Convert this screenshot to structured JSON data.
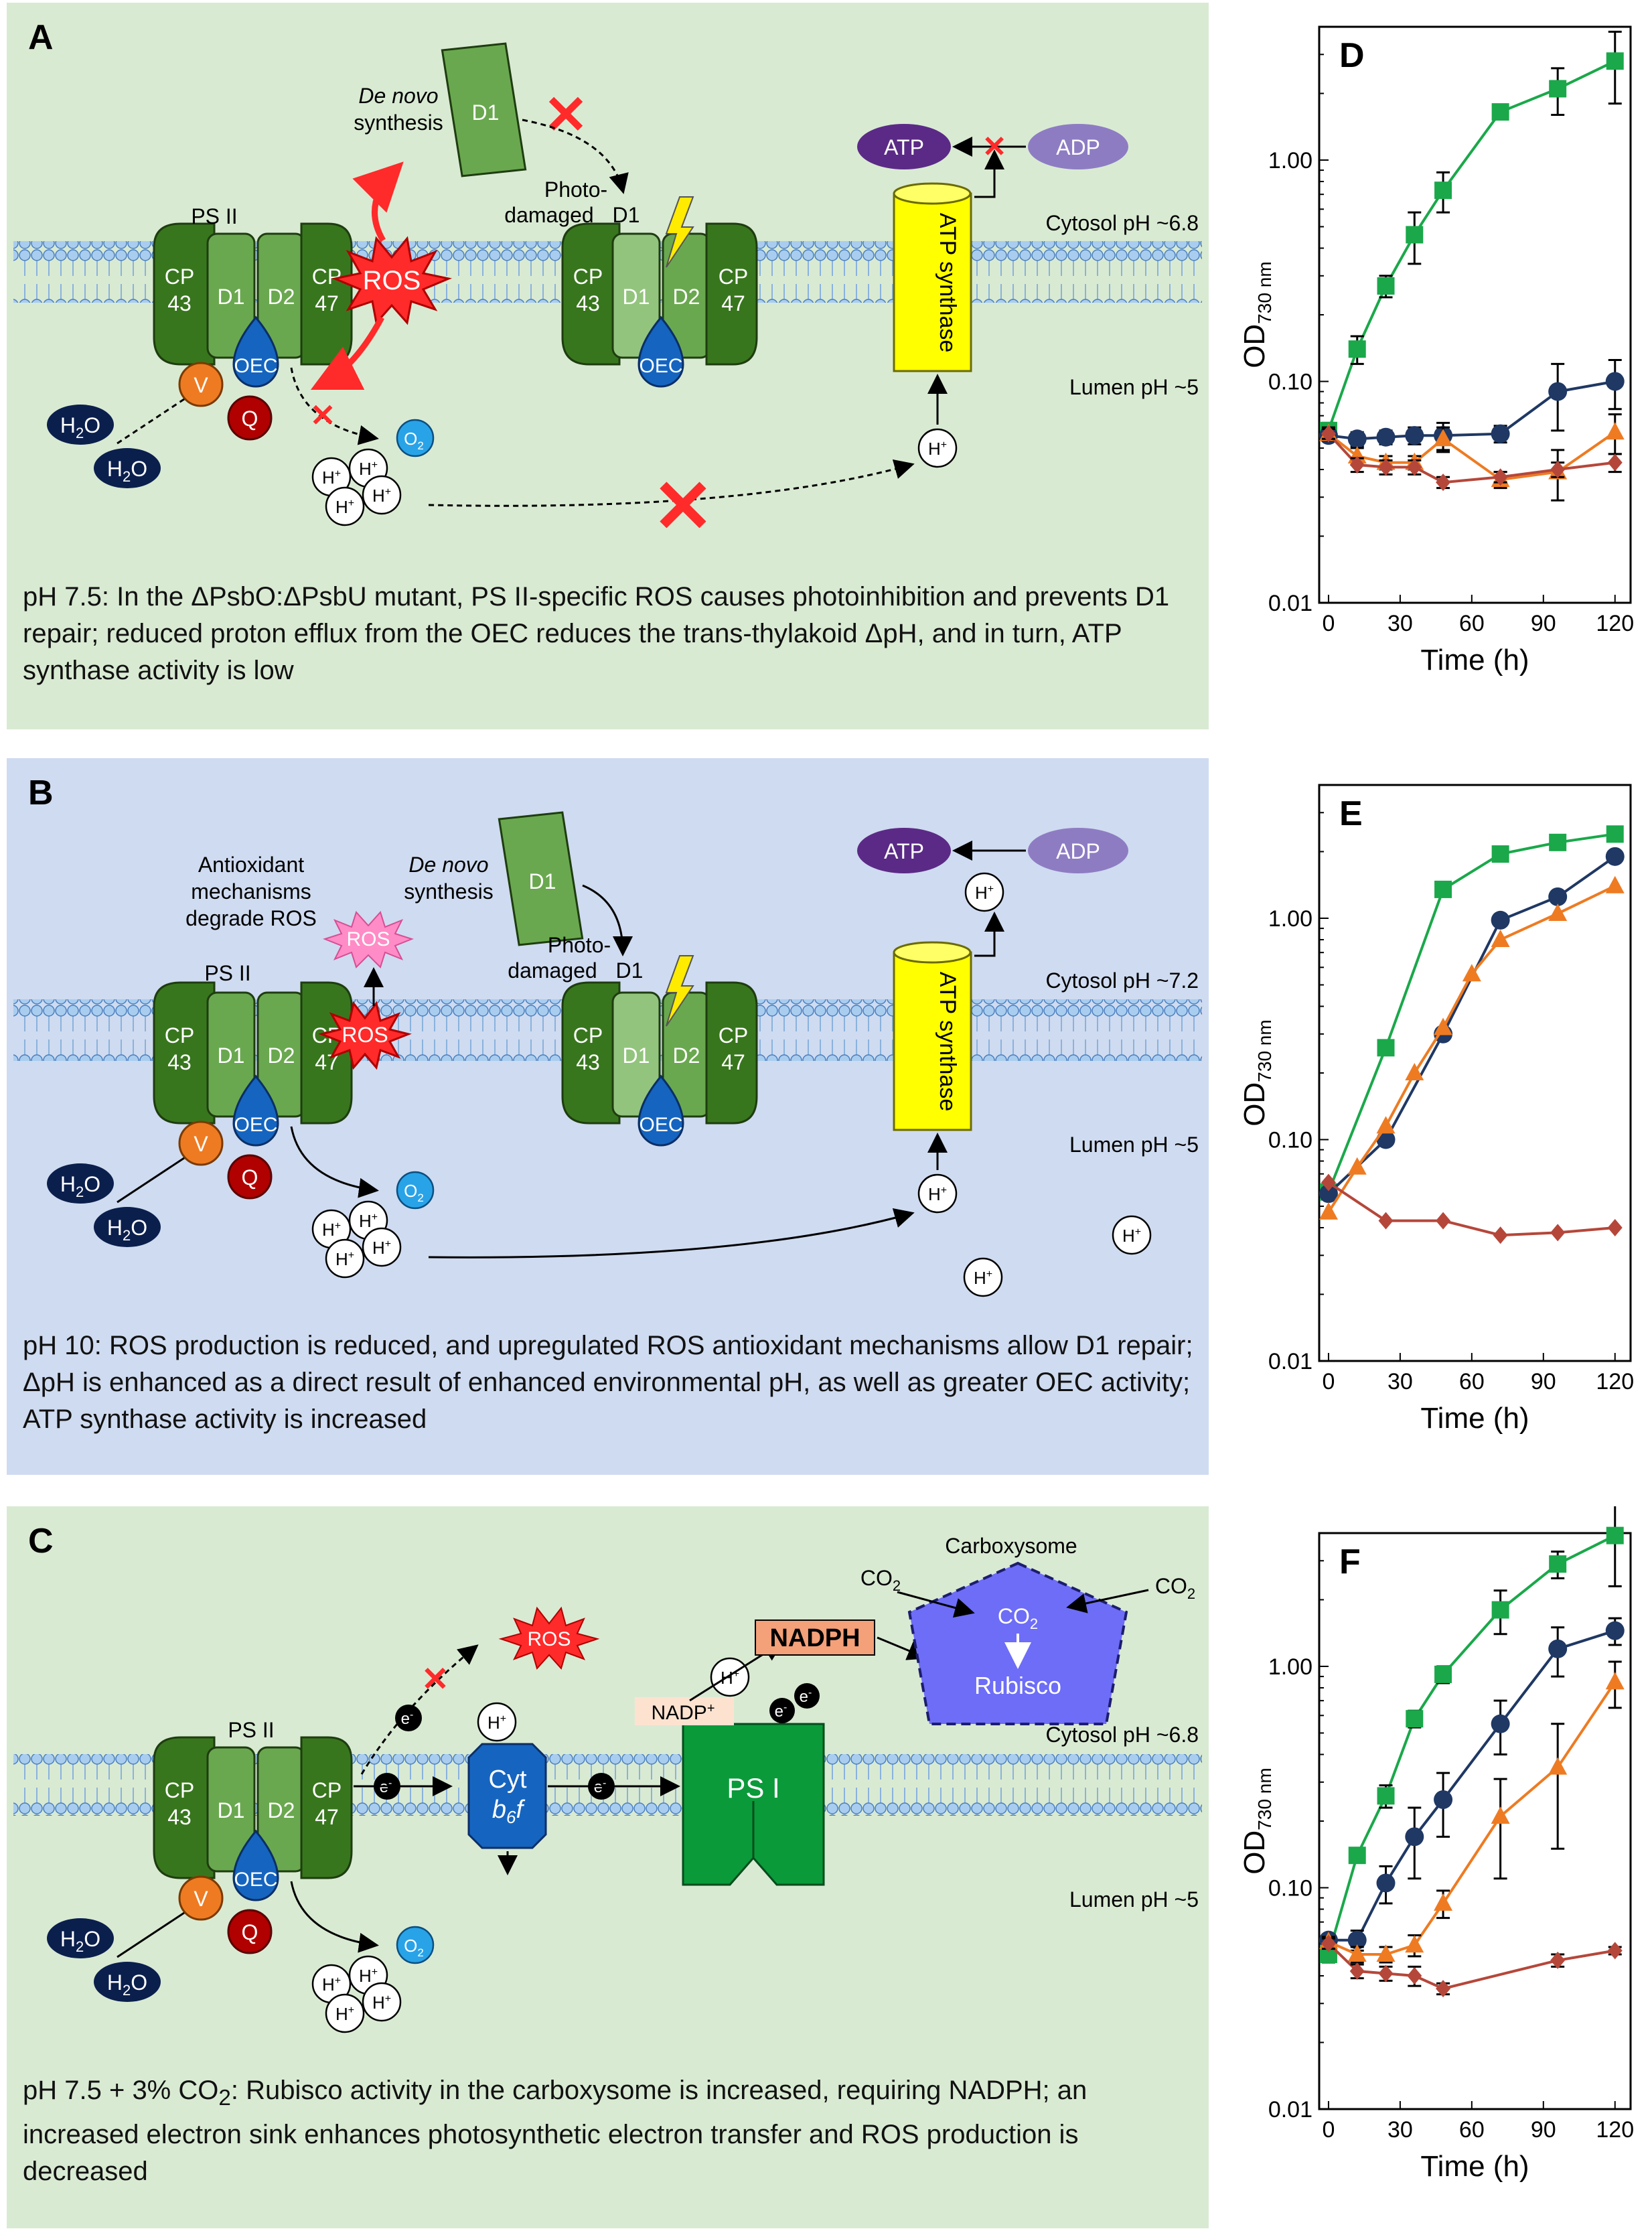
{
  "panels": [
    {
      "id": "A",
      "label": "A",
      "caption": "pH 7.5: In the ΔPsbO:ΔPsbU mutant, PS II-specific ROS causes photoinhibition and prevents D1 repair; reduced proton efflux from the OEC reduces the trans-thylakoid ΔpH, and in turn, ATP synthase activity is low",
      "ps2": "PS II",
      "cp43": [
        "CP",
        "43"
      ],
      "cp47": [
        "CP",
        "47"
      ],
      "d1": "D1",
      "d2": "D2",
      "oec": "OEC",
      "v": "V",
      "q": "Q",
      "h2o": [
        "H",
        "2",
        "O"
      ],
      "o2": [
        "O",
        "2"
      ],
      "hplus": [
        "H",
        "+"
      ],
      "ros": "ROS",
      "denovo": [
        "De novo",
        "synthesis"
      ],
      "photodamaged": [
        "Photo-",
        "damaged"
      ],
      "atp": "ATP",
      "adp": "ADP",
      "atp_synthase": "ATP synthase",
      "cytosol": "Cytosol pH ~6.8",
      "lumen": "Lumen pH ~5"
    },
    {
      "id": "B",
      "label": "B",
      "caption": "pH 10: ROS production is reduced, and upregulated ROS antioxidant mechanisms allow D1 repair; ΔpH is enhanced as a direct result of enhanced environmental pH, as well as greater OEC activity; ATP synthase activity is increased",
      "antioxidant": [
        "Antioxidant",
        "mechanisms",
        "degrade ROS"
      ],
      "cytosol": "Cytosol pH ~7.2",
      "lumen": "Lumen pH ~5"
    },
    {
      "id": "C",
      "label": "C",
      "caption_parts": [
        "pH 7.5 + 3% CO",
        "2",
        ": Rubisco activity in the carboxysome is increased, requiring NADPH; an increased electron sink enhances photosynthetic electron transfer and ROS production is decreased"
      ],
      "carboxysome": "Carboxysome",
      "co2": [
        "CO",
        "2"
      ],
      "rubisco": "Rubisco",
      "nadph": "NADPH",
      "nadp": [
        "NADP",
        "+"
      ],
      "eminus": [
        "e",
        "-"
      ],
      "cyt": [
        "Cyt",
        "b",
        "6",
        "f"
      ],
      "ps1": "PS I",
      "cytosol": "Cytosol pH ~6.8",
      "lumen": "Lumen pH ~5"
    }
  ],
  "colors": {
    "green_series": "#1aa84a",
    "blue_series": "#1f3864",
    "orange_series": "#ee7b22",
    "red_series": "#b5473a"
  },
  "chart_data": [
    {
      "id": "D",
      "label": "D",
      "type": "line",
      "yscale": "log",
      "ylabel_parts": [
        "OD",
        "730 nm"
      ],
      "xlabel": "Time (h)",
      "xlim": [
        0,
        120
      ],
      "ylim": [
        0.01,
        4
      ],
      "xticks": [
        0,
        30,
        60,
        90,
        120
      ],
      "yticks": [
        0.01,
        0.1,
        1.0
      ],
      "ytick_labels": [
        "0.01",
        "0.10",
        "1.00"
      ],
      "series": [
        {
          "color": "#1aa84a",
          "marker": "square",
          "x": [
            0,
            12,
            24,
            36,
            48,
            72,
            96,
            120
          ],
          "y": [
            0.06,
            0.14,
            0.27,
            0.46,
            0.73,
            1.65,
            2.1,
            2.8
          ],
          "err": [
            0.005,
            0.02,
            0.03,
            0.12,
            0.15,
            0.1,
            0.5,
            1.0
          ]
        },
        {
          "color": "#1f3864",
          "marker": "circle",
          "x": [
            0,
            12,
            24,
            36,
            48,
            72,
            96,
            120
          ],
          "y": [
            0.057,
            0.055,
            0.056,
            0.057,
            0.057,
            0.058,
            0.09,
            0.1
          ],
          "err": [
            0.003,
            0.004,
            0.004,
            0.005,
            0.008,
            0.005,
            0.03,
            0.025
          ]
        },
        {
          "color": "#ee7b22",
          "marker": "triangle",
          "x": [
            0,
            12,
            24,
            36,
            48,
            72,
            96,
            120
          ],
          "y": [
            0.058,
            0.046,
            0.043,
            0.043,
            0.055,
            0.036,
            0.039,
            0.059
          ],
          "err": [
            0.004,
            0.004,
            0.003,
            0.003,
            0.007,
            0.003,
            0.01,
            0.012
          ]
        },
        {
          "color": "#b5473a",
          "marker": "diamond",
          "x": [
            0,
            12,
            24,
            36,
            48,
            72,
            96,
            120
          ],
          "y": [
            0.058,
            0.042,
            0.041,
            0.041,
            0.035,
            0.037,
            0.04,
            0.043
          ],
          "err": [
            0.003,
            0.003,
            0.003,
            0.003,
            0.002,
            0.002,
            0.003,
            0.004
          ]
        }
      ]
    },
    {
      "id": "E",
      "label": "E",
      "type": "line",
      "yscale": "log",
      "ylabel_parts": [
        "OD",
        "730 nm"
      ],
      "xlabel": "Time (h)",
      "xlim": [
        0,
        120
      ],
      "ylim": [
        0.01,
        4
      ],
      "xticks": [
        0,
        30,
        60,
        90,
        120
      ],
      "yticks": [
        0.01,
        0.1,
        1.0
      ],
      "ytick_labels": [
        "0.01",
        "0.10",
        "1.00"
      ],
      "series": [
        {
          "color": "#1aa84a",
          "marker": "square",
          "x": [
            0,
            24,
            48,
            72,
            96,
            120
          ],
          "y": [
            0.058,
            0.26,
            1.35,
            1.95,
            2.2,
            2.4
          ],
          "err": [
            0,
            0,
            0,
            0,
            0,
            0
          ]
        },
        {
          "color": "#1f3864",
          "marker": "circle",
          "x": [
            0,
            24,
            48,
            72,
            96,
            120
          ],
          "y": [
            0.057,
            0.1,
            0.3,
            0.98,
            1.25,
            1.9
          ],
          "err": [
            0,
            0,
            0,
            0,
            0,
            0
          ]
        },
        {
          "color": "#ee7b22",
          "marker": "triangle",
          "x": [
            0,
            12,
            24,
            36,
            48,
            60,
            72,
            96,
            120
          ],
          "y": [
            0.047,
            0.075,
            0.115,
            0.2,
            0.32,
            0.56,
            0.8,
            1.05,
            1.4
          ],
          "err": [
            0,
            0,
            0,
            0,
            0,
            0,
            0,
            0,
            0
          ]
        },
        {
          "color": "#b5473a",
          "marker": "diamond",
          "x": [
            0,
            24,
            48,
            72,
            96,
            120
          ],
          "y": [
            0.064,
            0.043,
            0.043,
            0.037,
            0.038,
            0.04
          ],
          "err": [
            0,
            0,
            0,
            0,
            0,
            0
          ]
        }
      ]
    },
    {
      "id": "F",
      "label": "F",
      "type": "line",
      "yscale": "log",
      "ylabel_parts": [
        "OD",
        "730 nm"
      ],
      "xlabel": "Time (h)",
      "xlim": [
        0,
        120
      ],
      "ylim": [
        0.01,
        4
      ],
      "xticks": [
        0,
        30,
        60,
        90,
        120
      ],
      "yticks": [
        0.01,
        0.1,
        1.0
      ],
      "ytick_labels": [
        "0.01",
        "0.10",
        "1.00"
      ],
      "series": [
        {
          "color": "#1aa84a",
          "marker": "square",
          "x": [
            0,
            12,
            24,
            36,
            48,
            72,
            96,
            120
          ],
          "y": [
            0.05,
            0.14,
            0.26,
            0.58,
            0.92,
            1.8,
            2.9,
            3.9
          ],
          "err": [
            0.004,
            0.01,
            0.03,
            0.05,
            0.08,
            0.4,
            0.4,
            1.6
          ]
        },
        {
          "color": "#1f3864",
          "marker": "circle",
          "x": [
            0,
            12,
            24,
            36,
            48,
            72,
            96,
            120
          ],
          "y": [
            0.058,
            0.058,
            0.105,
            0.17,
            0.25,
            0.55,
            1.2,
            1.45
          ],
          "err": [
            0.003,
            0.006,
            0.02,
            0.06,
            0.08,
            0.15,
            0.3,
            0.2
          ]
        },
        {
          "color": "#ee7b22",
          "marker": "triangle",
          "x": [
            0,
            12,
            24,
            36,
            48,
            72,
            96,
            120
          ],
          "y": [
            0.057,
            0.05,
            0.05,
            0.055,
            0.085,
            0.21,
            0.35,
            0.85
          ],
          "err": [
            0.003,
            0.004,
            0.004,
            0.006,
            0.012,
            0.1,
            0.2,
            0.2
          ]
        },
        {
          "color": "#b5473a",
          "marker": "diamond",
          "x": [
            0,
            12,
            24,
            36,
            48,
            96,
            120
          ],
          "y": [
            0.056,
            0.042,
            0.041,
            0.04,
            0.035,
            0.047,
            0.052
          ],
          "err": [
            0.003,
            0.003,
            0.003,
            0.004,
            0.002,
            0.003,
            0.002
          ]
        }
      ]
    }
  ]
}
